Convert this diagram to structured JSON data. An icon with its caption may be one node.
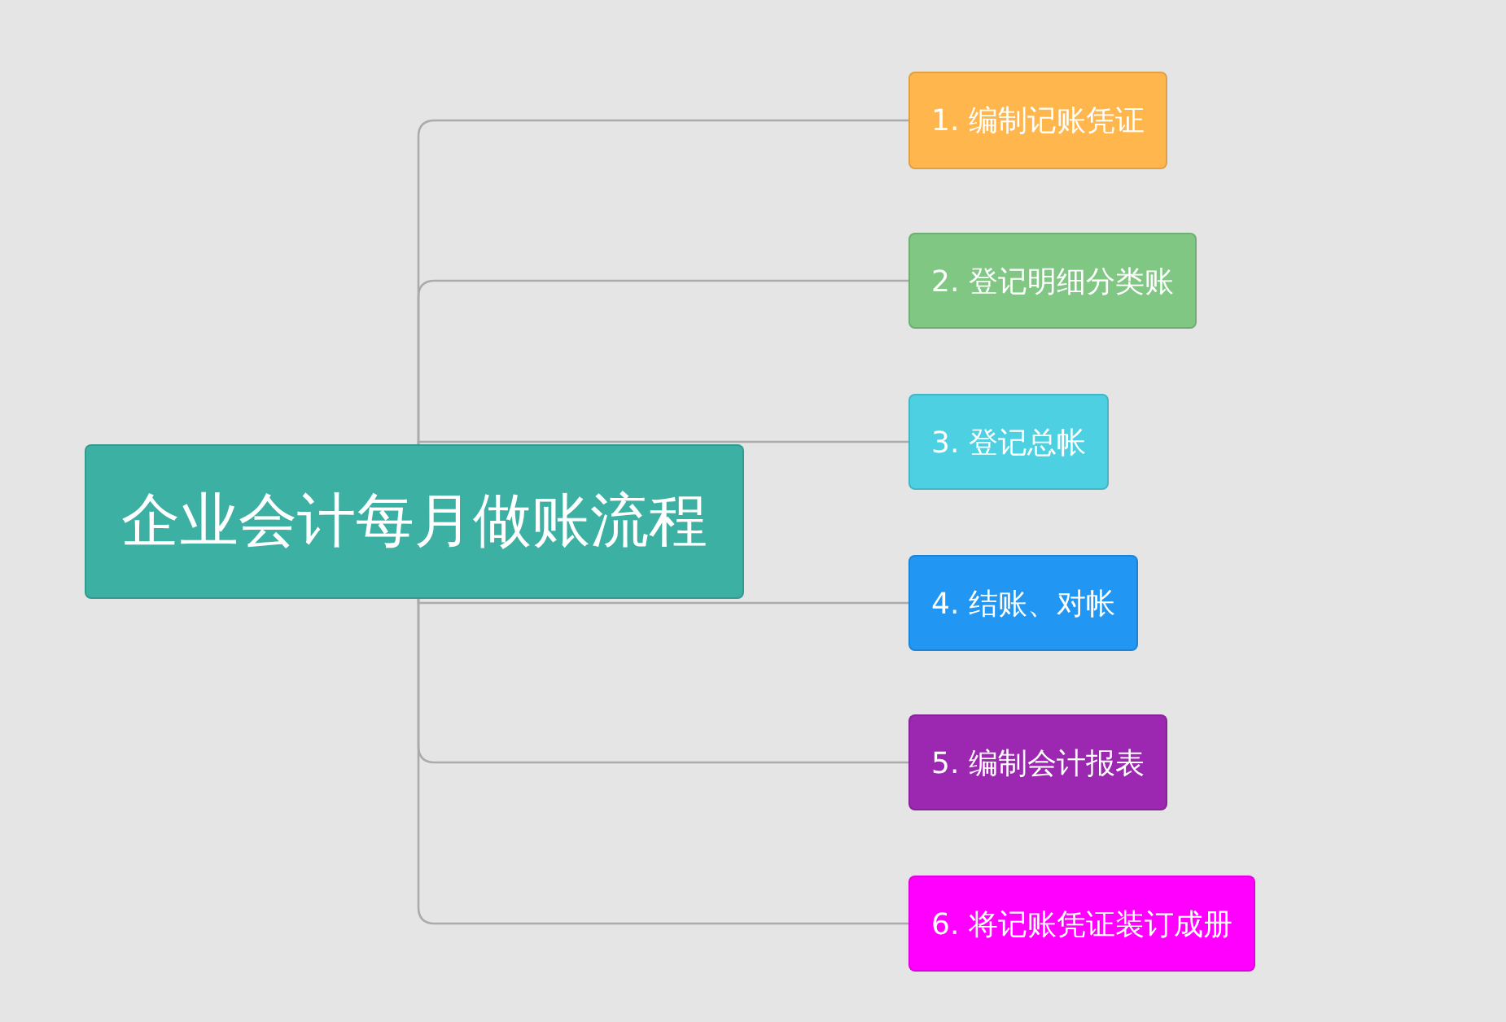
{
  "diagram": {
    "nodes": [
      {
        "text": [
          "企业会计每月做账流程"
        ]
      },
      {
        "text": [
          "1. 编制记账凭证"
        ]
      },
      {
        "text": [
          "2. 登记明细分类账"
        ]
      },
      {
        "text": [
          "3. 登记总帐"
        ]
      },
      {
        "text": [
          "4. 结账、对帐"
        ]
      },
      {
        "text": [
          "5. 编制会计报表"
        ]
      },
      {
        "text": [
          "6. 将记账凭证装订成册"
        ]
      }
    ],
    "edges": [
      {
        "from": 0,
        "to": 1,
        "arrow": "none"
      },
      {
        "from": 0,
        "to": 2,
        "arrow": "none"
      },
      {
        "from": 0,
        "to": 3,
        "arrow": "none"
      },
      {
        "from": 0,
        "to": 4,
        "arrow": "none"
      },
      {
        "from": 0,
        "to": 5,
        "arrow": "none"
      },
      {
        "from": 0,
        "to": 6,
        "arrow": "none"
      }
    ]
  }
}
